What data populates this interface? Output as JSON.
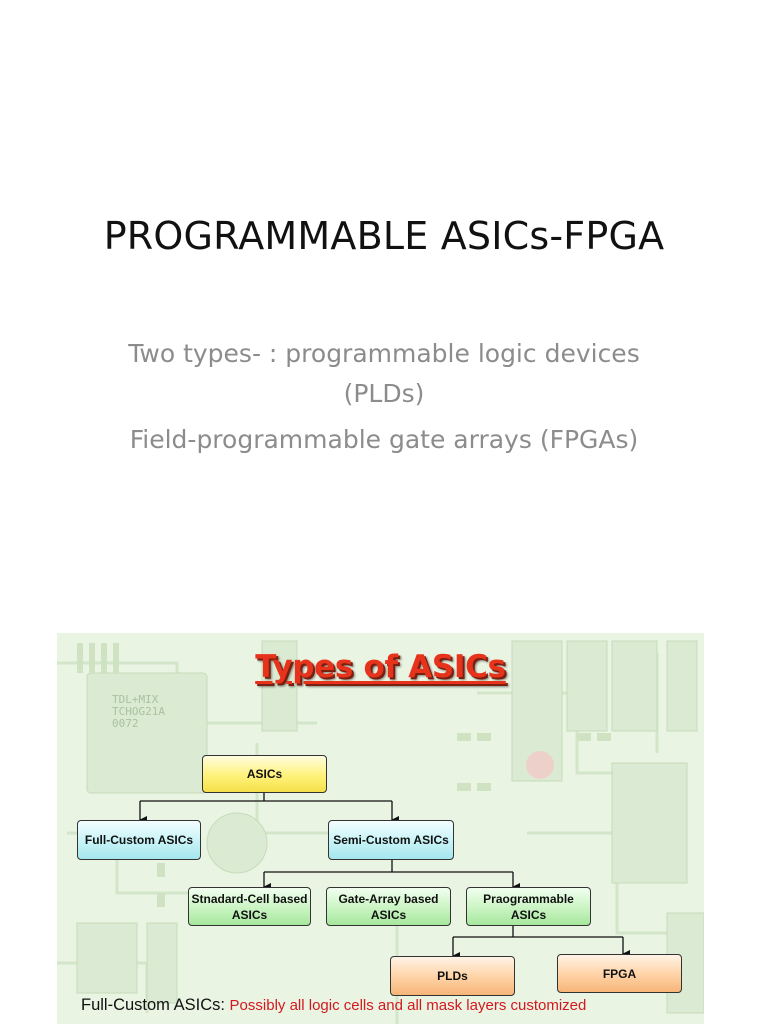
{
  "slide": {
    "title": "PROGRAMMABLE ASICs-FPGA",
    "subtitle_lines": [
      "Two types- : programmable logic devices (PLDs)",
      "Field-programmable gate arrays (FPGAs)"
    ]
  },
  "figure": {
    "heading": "Types of ASICs",
    "nodes": {
      "asics": "ASICs",
      "full_custom": "Full-Custom ASICs",
      "semi_custom": "Semi-Custom ASICs",
      "standard_cell": "Stnadard-Cell based ASICs",
      "gate_array": "Gate-Array based ASICs",
      "programmable": "Praogrammable ASICs",
      "plds": "PLDs",
      "fpga": "FPGA"
    },
    "footnote_label": "Full-Custom ASICs:",
    "footnote_text": "Possibly all logic cells and all mask layers customized",
    "chip_markings": [
      "TDL+MIX",
      "TCHOG21A",
      "0072"
    ]
  },
  "colors": {
    "heading": "#e8331c",
    "footnote_text": "#d4181f",
    "subtitle": "#8c8c8c"
  }
}
